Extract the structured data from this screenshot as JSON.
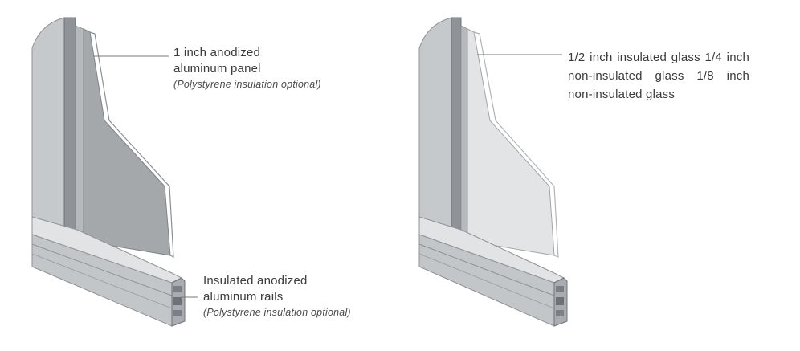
{
  "callouts": {
    "panel": {
      "title_line1": "1 inch anodized",
      "title_line2": "aluminum panel",
      "note": "(Polystyrene insulation optional)"
    },
    "rails": {
      "title_line1": "Insulated anodized",
      "title_line2": "aluminum rails",
      "note": "(Polystyrene insulation optional)"
    },
    "glass": {
      "text": "1/2 inch insulated glass 1/4 inch non-insulated glass 1/8 inch non-insulated glass"
    }
  },
  "colors": {
    "frame_light": "#cfd1d3",
    "frame_mid": "#b9bcbf",
    "frame_dark": "#8e9296",
    "panel_fill": "#a9acaf",
    "glass_fill": "#e4e5e6",
    "leader_line": "#7a7a7a"
  }
}
